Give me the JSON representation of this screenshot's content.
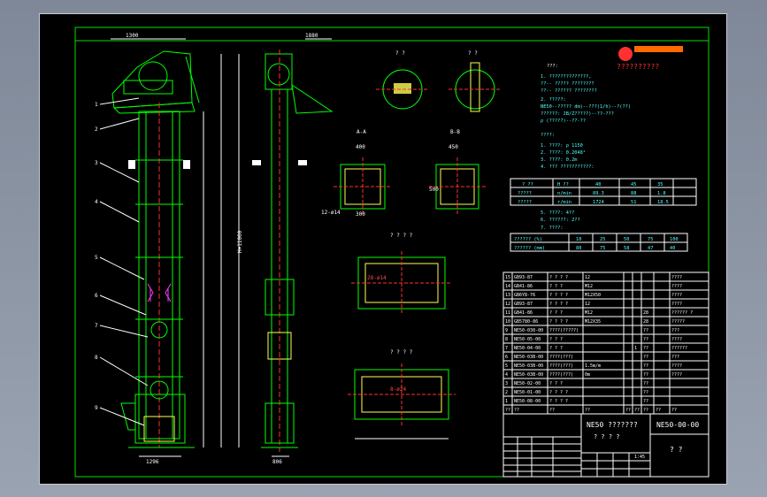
{
  "logo": {
    "brand_text": "??????????"
  },
  "labels": {
    "dims_top": [
      "1300",
      "1880"
    ],
    "width_1296": "1296",
    "dim_806": "806",
    "h_total": "H=11000",
    "section_a": "? ?",
    "section_b": "? ?",
    "view_aa": "A-A",
    "view_bb": "B-B",
    "top_view": "? ? ? ?",
    "bottom_view": "? ? ? ?",
    "dims_inlet": [
      "400",
      "300",
      "450",
      "500"
    ],
    "hole_note_1": "12-ø14",
    "hole_note_2": "28-ø14",
    "hole_note_3": "8-ø24"
  },
  "notes": {
    "title": "???:",
    "lines": [
      "1. ??????????????,",
      "   ??-- ????? ????????",
      "   ??-- ?????? ????????",
      "2. ?????:",
      "   NE50--?????  dm)--???(1/h)--?(??)",
      "   ??????:  JB/Z?????)--??-???",
      "            ρ  (?????)--??-??",
      "   ????:",
      "1. ????: ρ 1150",
      "2. ????: 0.2048²",
      "3. ????: 0.2m",
      "4. ??? ???????????:"
    ],
    "table1": {
      "headers": [
        "? ??",
        "H ??",
        "40",
        "45",
        "35"
      ],
      "rows": [
        [
          "?????",
          "n/min",
          "89.3",
          "88",
          "1.8"
        ],
        [
          "?????",
          "r/min",
          "1724",
          "51",
          "18.5"
        ]
      ]
    },
    "lines2": [
      "5. ????: 4??",
      "6. ??????: 2??",
      "7. ????:"
    ],
    "table2": {
      "rows": [
        [
          "?????? (%)",
          "10",
          "25",
          "50",
          "75",
          "100"
        ],
        [
          "?????? (mm)",
          "80",
          "75",
          "58",
          "47",
          "40"
        ]
      ]
    }
  },
  "parts_table": {
    "rows": [
      [
        "15",
        "GB93-87",
        "? ? ? ?",
        "12",
        "",
        "",
        "",
        "",
        "????"
      ],
      [
        "14",
        "GB41-86",
        "? ? ?",
        "M12",
        "",
        "",
        "",
        "",
        "????"
      ],
      [
        "13",
        "GB6Y8-76",
        "? ? ? ?",
        "M12X50",
        "",
        "",
        "",
        "",
        "????"
      ],
      [
        "12",
        "GB93-87",
        "? ? ? ?",
        "12",
        "",
        "",
        "",
        "",
        "????"
      ],
      [
        "11",
        "GB41-86",
        "? ? ?",
        "M12",
        "",
        "",
        "28",
        "",
        "?????? ?"
      ],
      [
        "10",
        "GB5780-86",
        "? ? ? ?",
        "M12X35",
        "",
        "",
        "28",
        "",
        "?????"
      ],
      [
        "9",
        "NE50-030-00",
        "????(?????)",
        "",
        "",
        "",
        "??",
        "",
        "???"
      ],
      [
        "8",
        "NE50-05-00",
        "? ? ?",
        "",
        "",
        "",
        "??",
        "",
        "????"
      ],
      [
        "7",
        "NE50-04-00",
        "? ? ?",
        "",
        "",
        "1",
        "??",
        "",
        "??????"
      ],
      [
        "6",
        "NE50-03B-00",
        "????(???)",
        "",
        "",
        "",
        "??",
        "",
        "???"
      ],
      [
        "5",
        "NE50-03B-00",
        "????(???)",
        "1.5m/m",
        "",
        "",
        "??",
        "",
        "????"
      ],
      [
        "4",
        "NE50-03B-00",
        "????(???)",
        "0m",
        "",
        "",
        "??",
        "",
        "????"
      ],
      [
        "3",
        "NE50-02-00",
        "? ? ?",
        "",
        "",
        "",
        "??",
        "",
        ""
      ],
      [
        "2",
        "NE50-01-00",
        "? ? ? ?",
        "",
        "",
        "",
        "??",
        "",
        ""
      ],
      [
        "1",
        "NE50-08-00",
        "? ? ? ?",
        "",
        "",
        "",
        "??",
        "",
        ""
      ]
    ],
    "headers": [
      "??",
      "??",
      "??",
      "??",
      "??",
      "??",
      "??",
      "??",
      "??"
    ]
  },
  "title_block": {
    "name": "NE50 ???????",
    "sub": "? ?  ? ?",
    "drawing_no": "NE50-00-00",
    "company": "? ?",
    "scale": "1:45"
  },
  "colors": {
    "line_green": "#00ff00",
    "border_green": "#00e000",
    "yellow": "#ffff55",
    "cyan": "#55ffff",
    "red": "#ff3030",
    "magenta": "#ff33ff"
  }
}
